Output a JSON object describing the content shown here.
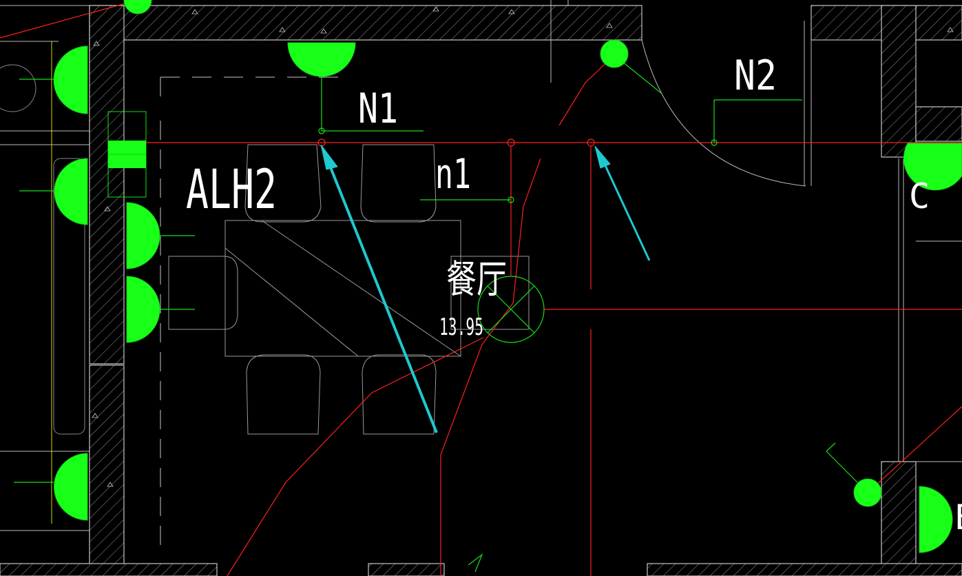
{
  "drawing": {
    "background_color": "#000000",
    "wall_color": "#c8c8c8",
    "wiring_color": "#ff2020",
    "device_color": "#18ff18",
    "arrow_color": "#20c8d0"
  },
  "labels": {
    "circuit_n1_upper": "N1",
    "circuit_n2": "N2",
    "circuit_n1_lower": "n1",
    "panel_id": "ALH2",
    "room_name": "餐厅",
    "room_area": "13.95",
    "edge_fragment_c": "C",
    "edge_fragment_e": "E"
  },
  "annotations": {
    "arrows": [
      {
        "name": "arrow-to-n1-box",
        "target": "junction box on N1 circuit"
      },
      {
        "name": "arrow-to-right-box",
        "target": "junction box near N2 circuit"
      }
    ]
  }
}
